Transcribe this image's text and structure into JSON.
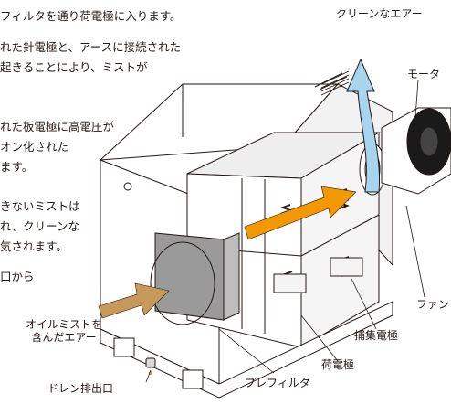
{
  "description_lines": [
    "フィルタを通り荷電極に入ります。",
    "れた針電極と、アースに接続された",
    "起きることにより、ミストが",
    "れた板電極に高電圧が",
    "オン化された",
    "ます。",
    "きないミストは",
    "れ、クリーンな",
    "気されます。",
    "口から"
  ],
  "labels": {
    "clean_air": "クリーンなエアー",
    "motor": "モータ",
    "fan": "ファン",
    "mist_air_line1": "オイルミストを",
    "mist_air_line2": "含んだエアー",
    "collector_electrode": "捕集電極",
    "charging_electrode": "荷電極",
    "drain_outlet": "ドレン排出口",
    "pre_filter": "プレフィルタ"
  },
  "colors": {
    "outline": "#231815",
    "orange_arrow": "#f39800",
    "tan_arrow": "#c89a5a",
    "blue_arrow": "#a8d4ee",
    "motor_body": "#1a1a1a",
    "prefilter_gray": "#9a9a9a"
  }
}
